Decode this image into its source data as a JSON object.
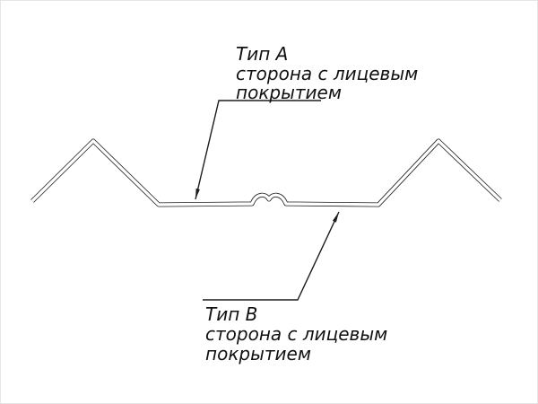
{
  "colors": {
    "background": "#ffffff",
    "line": "#1c1c1c",
    "text": "#111111"
  },
  "annotations": {
    "type_a": {
      "title": "Тип А",
      "line2": "сторона с лицевым",
      "line3": "покрытием"
    },
    "type_b": {
      "title": "Тип В",
      "line2": "сторона с лицевым",
      "line3": "покрытием"
    }
  }
}
